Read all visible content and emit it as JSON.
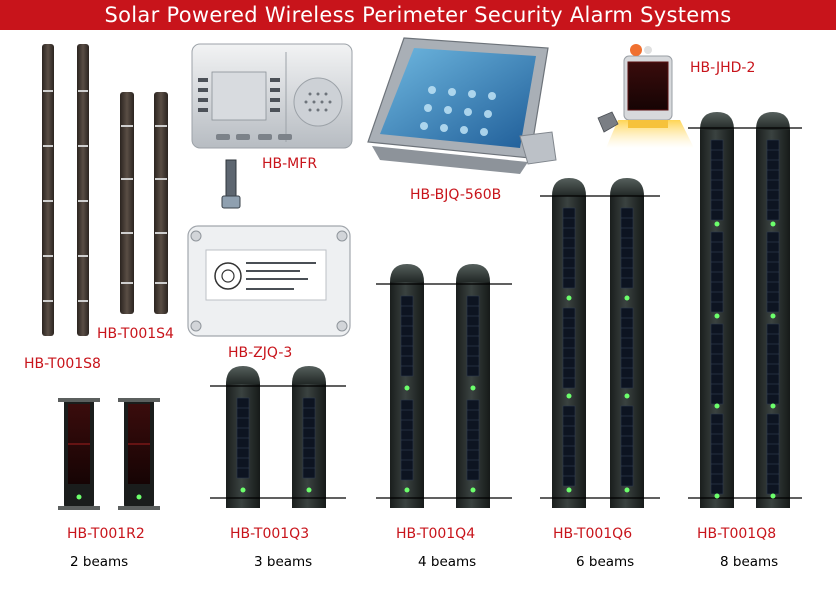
{
  "banner": {
    "title": "Solar Powered Wireless Perimeter Security Alarm Systems",
    "background_color": "#c8141b",
    "text_color": "#ffffff"
  },
  "label_color": "#c8141b",
  "products": {
    "t001s8": {
      "model": "HB-T001S8"
    },
    "t001s4": {
      "model": "HB-T001S4"
    },
    "mfr": {
      "model": "HB-MFR"
    },
    "zjq3": {
      "model": "HB-ZJQ-3"
    },
    "bjq560b": {
      "model": "HB-BJQ-560B"
    },
    "jhd2": {
      "model": "HB-JHD-2"
    },
    "t001r2": {
      "model": "HB-T001R2",
      "beams": "2 beams"
    },
    "t001q3": {
      "model": "HB-T001Q3",
      "beams": "3 beams"
    },
    "t001q4": {
      "model": "HB-T001Q4",
      "beams": "4 beams"
    },
    "t001q6": {
      "model": "HB-T001Q6",
      "beams": "6 beams"
    },
    "t001q8": {
      "model": "HB-T001Q8",
      "beams": "8 beams"
    }
  }
}
